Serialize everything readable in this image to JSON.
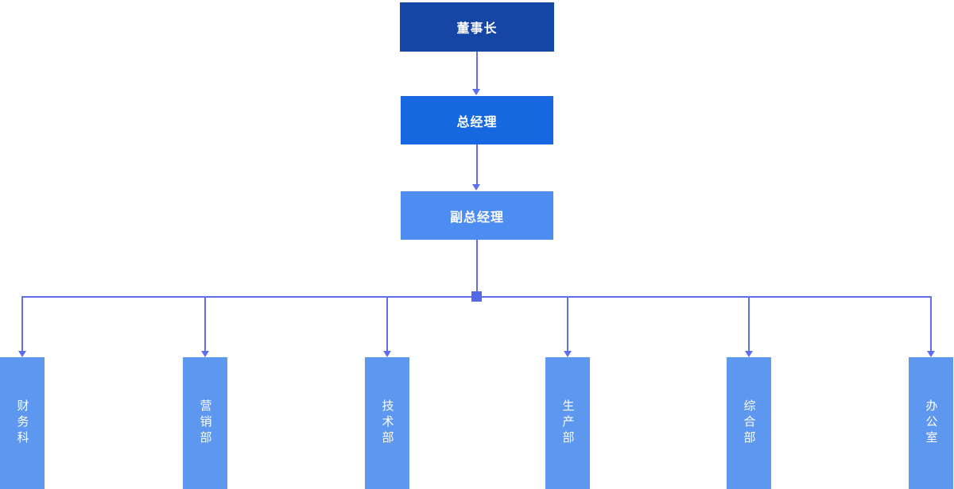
{
  "diagram": {
    "type": "org-chart",
    "nodes": {
      "chairman": {
        "label": "董事长"
      },
      "general_manager": {
        "label": "总经理"
      },
      "deputy_general_manager": {
        "label": "副总经理"
      }
    },
    "departments": [
      {
        "label": "财务科"
      },
      {
        "label": "营销部"
      },
      {
        "label": "技术部"
      },
      {
        "label": "生产部"
      },
      {
        "label": "综合部"
      },
      {
        "label": "办公室"
      }
    ],
    "colors": {
      "chairman_bg": "#1646a5",
      "general_manager_bg": "#1768e0",
      "deputy_bg": "#4d8df2",
      "department_bg": "#5e97f0",
      "connector": "#5f6eec",
      "junction": "#5568e8",
      "text": "#ffffff"
    }
  }
}
